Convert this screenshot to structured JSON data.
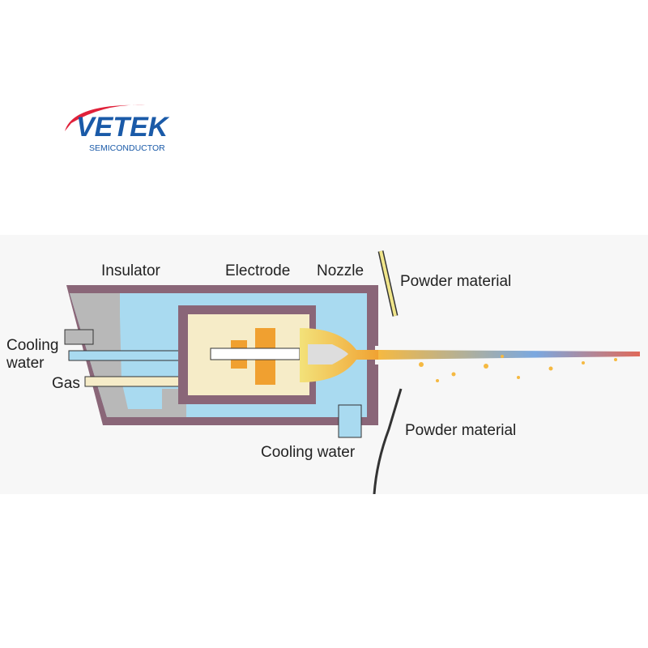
{
  "logo": {
    "brand": "VETEK",
    "sub": "SEMICONDUCTOR"
  },
  "labels": {
    "insulator": "Insulator",
    "electrode": "Electrode",
    "nozzle": "Nozzle",
    "powder_top": "Powder material",
    "powder_bottom": "Powder material",
    "cooling_left_1": "Cooling",
    "cooling_left_2": "water",
    "gas": "Gas",
    "cooling_bottom": "Cooling water"
  },
  "colors": {
    "brand_blue": "#1a5aa8",
    "brand_red": "#e0213a",
    "shell": "#8a6678",
    "water": "#a9daf0",
    "insulator": "#b8b8b8"
  }
}
